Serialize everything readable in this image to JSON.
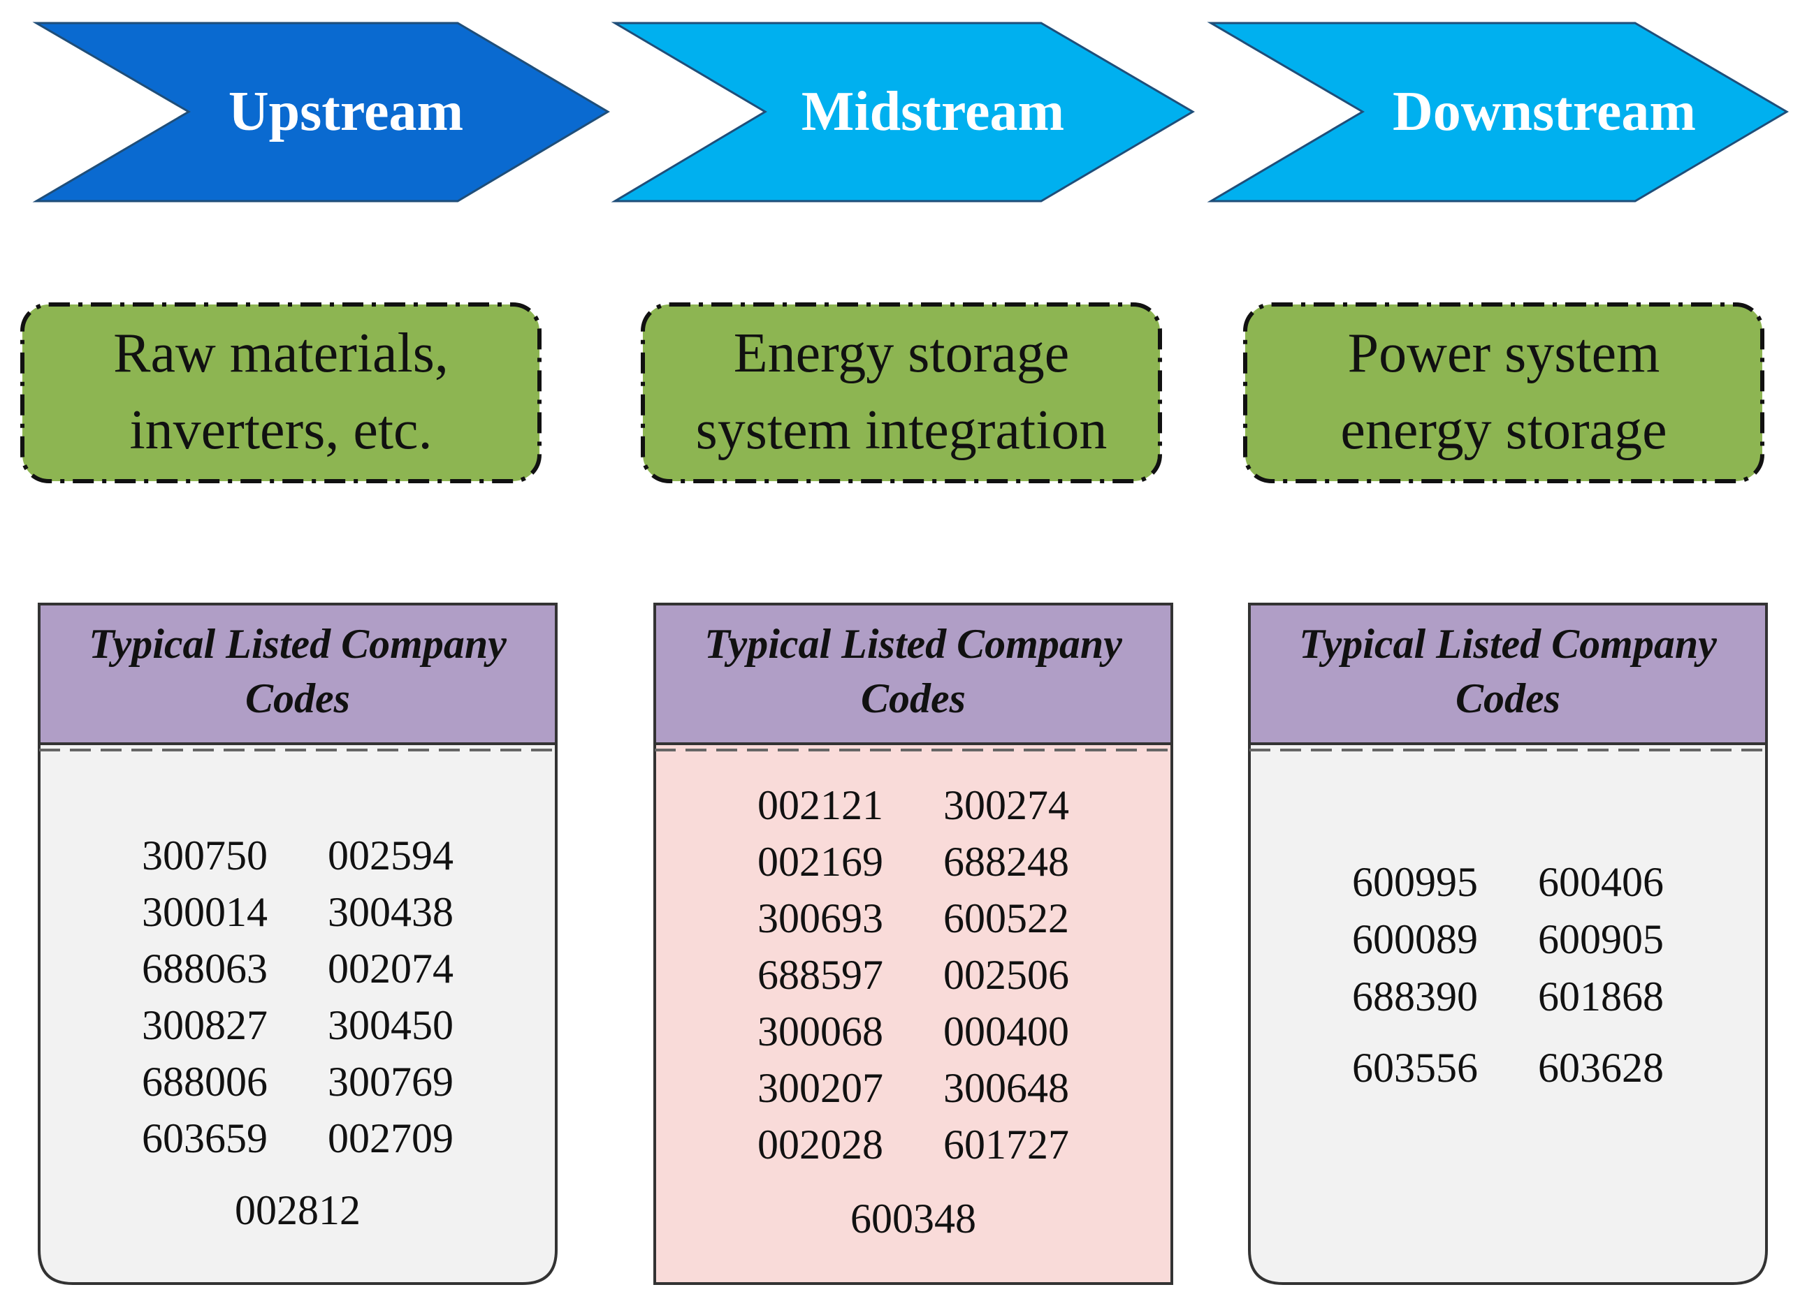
{
  "stages": [
    {
      "title": "Upstream",
      "description_lines": [
        "Raw materials,",
        "inverters, etc."
      ],
      "table_header_lines": [
        "Typical Listed Company",
        "Codes"
      ],
      "codes": [
        [
          "300750",
          "002594"
        ],
        [
          "300014",
          "300438"
        ],
        [
          "688063",
          "002074"
        ],
        [
          "300827",
          "300450"
        ],
        [
          "688006",
          "300769"
        ],
        [
          "603659",
          "002709"
        ]
      ],
      "extra_code": "002812"
    },
    {
      "title": "Midstream",
      "description_lines": [
        "Energy storage",
        "system integration"
      ],
      "table_header_lines": [
        "Typical Listed Company",
        "Codes"
      ],
      "codes": [
        [
          "002121",
          "300274"
        ],
        [
          "002169",
          "688248"
        ],
        [
          "300693",
          "600522"
        ],
        [
          "688597",
          "002506"
        ],
        [
          "300068",
          "000400"
        ],
        [
          "300207",
          "300648"
        ],
        [
          "002028",
          "601727"
        ]
      ],
      "extra_code": "600348"
    },
    {
      "title": "Downstream",
      "description_lines": [
        "Power system",
        "energy storage"
      ],
      "table_header_lines": [
        "Typical Listed Company",
        "Codes"
      ],
      "codes": [
        [
          "600995",
          "600406"
        ],
        [
          "600089",
          "600905"
        ],
        [
          "688390",
          "601868"
        ],
        [
          "603556",
          "603628"
        ]
      ],
      "extra_code": ""
    }
  ],
  "colors": {
    "upstream_arrow": "#0a6ad0",
    "mid_down_arrow": "#00b0ef",
    "green_box": "#8db552",
    "table_header": "#b09ec6",
    "table_body_grey": "#f2f2f2",
    "table_body_pink": "#f9dbd9"
  }
}
